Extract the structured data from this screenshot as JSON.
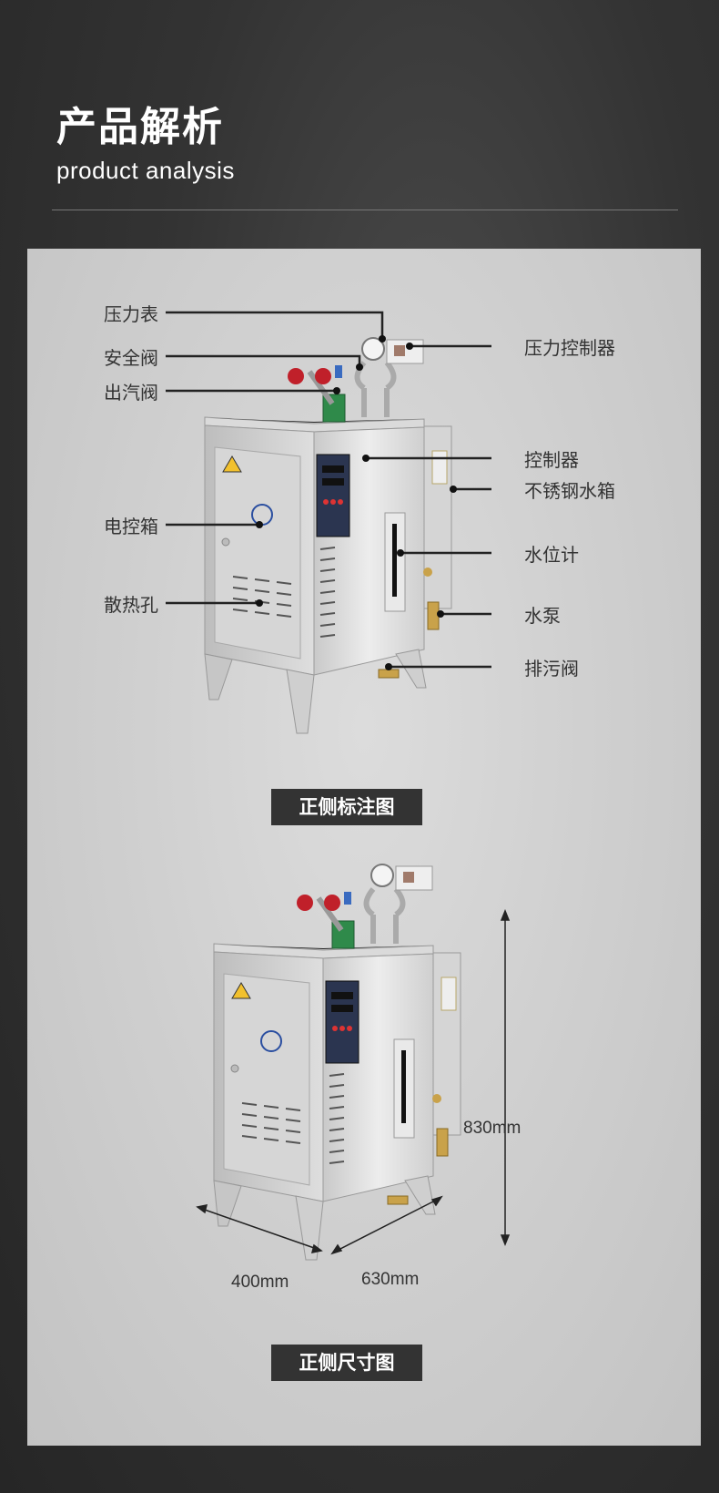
{
  "header": {
    "title_cn": "产品解析",
    "title_en": "product analysis"
  },
  "labels_left": [
    "压力表",
    "安全阀",
    "出汽阀",
    "电控箱",
    "散热孔"
  ],
  "labels_right": [
    "压力控制器",
    "控制器",
    "不锈钢水箱",
    "水位计",
    "水泵",
    "排污阀"
  ],
  "caption_front": "正侧标注图",
  "caption_size": "正侧尺寸图",
  "dimensions": {
    "height": "830mm",
    "depth": "400mm",
    "width": "630mm"
  },
  "colors": {
    "background": "#333333",
    "panel": "#d2d2d2",
    "caption_bg": "#333333",
    "valve_red": "#c0202a"
  }
}
